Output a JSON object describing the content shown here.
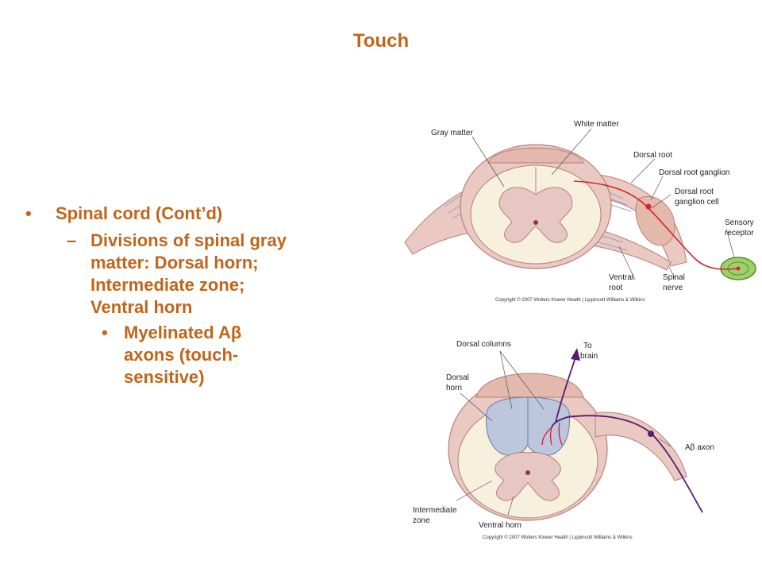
{
  "slide": {
    "title": "Touch",
    "bullets": {
      "b1_mark": "•",
      "b1": "Spinal cord (Cont’d)",
      "b2_mark": "–",
      "b2": "Divisions of spinal gray matter: Dorsal horn; Intermediate zone; Ventral horn",
      "b3_mark": "•",
      "b3_pre": "Myelinated A",
      "b3_beta": "β",
      "b3_post": " axons (touch-sensitive)"
    }
  },
  "figure_top": {
    "labels": {
      "gray_matter": "Gray matter",
      "white_matter": "White matter",
      "dorsal_root": "Dorsal root",
      "dorsal_root_ganglion": "Dorsal root ganglion",
      "drg_cell_1": "Dorsal root",
      "drg_cell_2": "ganglion cell",
      "sensory_1": "Sensory",
      "sensory_2": "receptor",
      "ventral_root_1": "Ventral",
      "ventral_root_2": "root",
      "spinal_nerve_1": "Spinal",
      "spinal_nerve_2": "nerve"
    },
    "copyright": "Copyright © 2007 Wolters Kluwer Health | Lippincott Williams & Wilkins"
  },
  "figure_bottom": {
    "labels": {
      "dorsal_columns": "Dorsal columns",
      "to_brain_1": "To",
      "to_brain_2": "brain",
      "dorsal_horn_1": "Dorsal",
      "dorsal_horn_2": "horn",
      "abeta_axon": "Aβ axon",
      "intermediate_1": "Intermediate",
      "intermediate_2": "zone",
      "ventral_horn": "Ventral horn"
    },
    "copyright": "Copyright © 2007 Wolters Kluwer Health | Lippincott Williams & Wilkins"
  },
  "colors": {
    "text_orange": "#c0651a",
    "white_matter": "#e9c9c1",
    "gray_matter": "#f7f0dc",
    "column_blue": "#bcc7de",
    "axon_red": "#d32630",
    "axon_purple": "#5a1a6e"
  }
}
